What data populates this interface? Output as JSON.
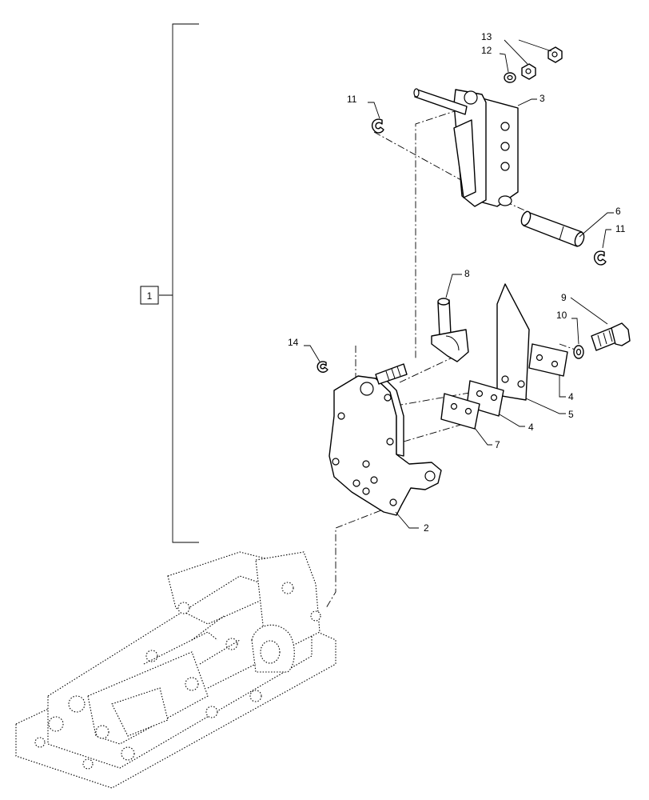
{
  "assembly_label": "1",
  "callouts": {
    "c2": "2",
    "c3": "3",
    "c4a": "4",
    "c4b": "4",
    "c5": "5",
    "c6": "6",
    "c7": "7",
    "c8": "8",
    "c9": "9",
    "c10": "10",
    "c11a": "11",
    "c11b": "11",
    "c12": "12",
    "c13": "13",
    "c14": "14"
  }
}
